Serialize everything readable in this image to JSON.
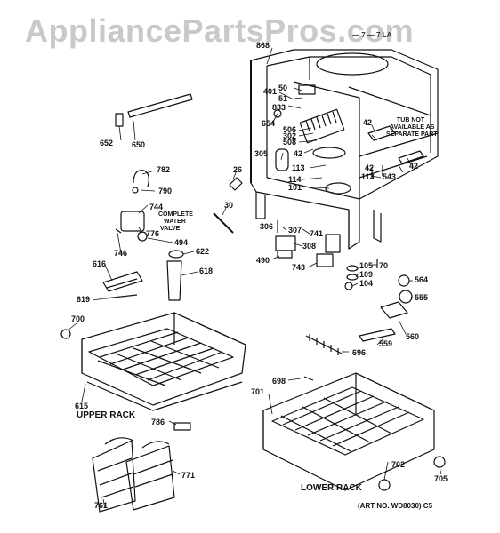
{
  "watermark": "AppliancePartsPros.com",
  "corner_fragment": "— 7 — 7 LA",
  "callouts": {
    "c868": "868",
    "c401": "401",
    "c50": "50",
    "c51": "51",
    "c833": "833",
    "c654": "654",
    "c506": "506",
    "c302": "302",
    "c508": "508",
    "c305": "305",
    "c42a": "42",
    "c113a": "113",
    "c114": "114",
    "c101": "101",
    "c42b": "42",
    "c42c": "42",
    "c113b": "113",
    "c543": "543",
    "c42d": "42",
    "c652": "652",
    "c650": "650",
    "c782": "782",
    "c790": "790",
    "c744": "744",
    "c776": "776",
    "c494": "494",
    "c746": "746",
    "c26": "26",
    "c30": "30",
    "c306": "306",
    "c307": "307",
    "c741": "741",
    "c308": "308",
    "c490": "490",
    "c743": "743",
    "c622": "622",
    "c618": "618",
    "c616": "616",
    "c619": "619",
    "c105": "105",
    "c109": "109",
    "c104": "104",
    "c70": "70",
    "c564": "564",
    "c555": "555",
    "c560": "560",
    "c559": "559",
    "c700": "700",
    "c615": "615",
    "c696": "696",
    "c698": "698",
    "c701": "701",
    "c786": "786",
    "c771": "771",
    "c702": "702",
    "c705": "705",
    "c761": "761"
  },
  "notes": {
    "complete_valve": [
      "COMPLETE",
      "WATER",
      "VALVE"
    ],
    "tub_note": [
      "TUB NOT",
      "AVAILABLE AS",
      "SEPARATE PART"
    ]
  },
  "labels": {
    "upper_rack": "UPPER RACK",
    "lower_rack": "LOWER RACK",
    "art_no": "(ART NO. WD8030) C5"
  }
}
